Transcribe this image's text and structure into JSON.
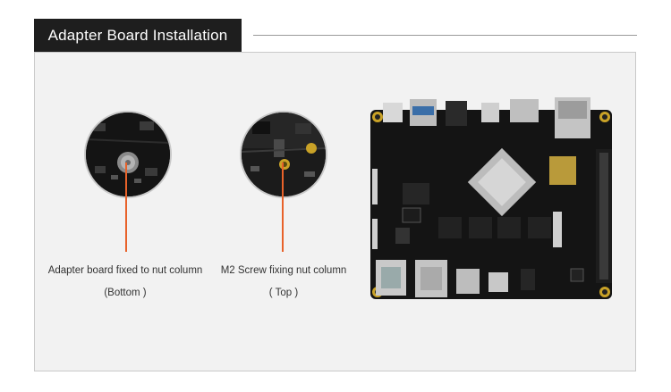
{
  "header": {
    "title": "Adapter Board Installation"
  },
  "callouts": [
    {
      "line1": "Adapter board fixed to nut column",
      "line2": "(Bottom )"
    },
    {
      "line1": "M2 Screw fixing nut column",
      "line2": "( Top )"
    }
  ],
  "colors": {
    "header_bg": "#1e1e1e",
    "leader": "#e8622a",
    "panel_bg": "#f2f2f2"
  }
}
